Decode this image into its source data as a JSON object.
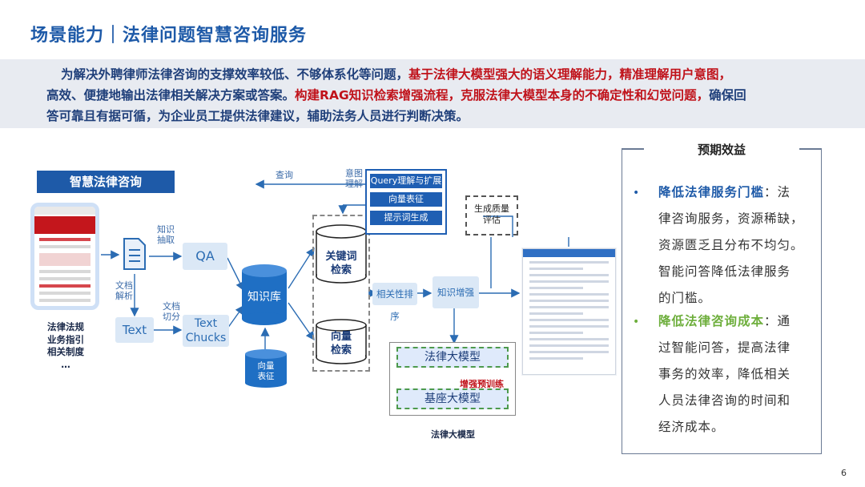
{
  "title": "场景能力｜法律问题智慧咨询服务",
  "intro": {
    "p1_normal": "为解决外聘律师法律咨询的支撑效率较低、不够体系化等问题，",
    "p1_red": "基于法律大模型强大的语义理解能力，精准理解用户意图，",
    "p2_normal": "高效、便捷地输出法律相关解决方案或答案。",
    "p2_red": "构建RAG知识检索增强流程，克服法律大模型本身的不确定性和幻觉问题，",
    "p2_tail": "确保回",
    "p3_normal": "答可靠且有据可循，为企业员工提供法律建议，辅助法务人员进行判断决策。"
  },
  "diagram": {
    "portal_label": "智慧法律咨询",
    "sources": [
      "法律法规",
      "业务指引",
      "相关制度",
      "…"
    ],
    "edge_knowledge_extract": [
      "知识",
      "抽取"
    ],
    "edge_doc_parse": [
      "文档",
      "解析"
    ],
    "edge_doc_split": [
      "文档",
      "切分"
    ],
    "node_qa": "QA",
    "node_text": "Text",
    "node_chunks": [
      "Text",
      "Chucks"
    ],
    "node_kb": "知识库",
    "node_vec_repr": [
      "向量",
      "表征"
    ],
    "edge_query": "查询",
    "edge_intent": [
      "意图",
      "理解"
    ],
    "query_box_items": [
      "Query理解与扩展",
      "向量表征",
      "提示词生成"
    ],
    "node_keyword_search": [
      "关键词",
      "检索"
    ],
    "node_vector_search": [
      "向量",
      "检索"
    ],
    "node_rerank": "相关性排序",
    "node_knowledge_enhance": "知识增强",
    "quality_eval": [
      "生成质量",
      "评估"
    ],
    "llm_top": "法律大模型",
    "llm_bottom": "基座大模型",
    "llm_enhance": "增强预训练",
    "llm_caption": "法律大模型"
  },
  "benefits": {
    "title": "预期效益",
    "items": [
      {
        "head": "降低法律服务门槛",
        "lines": [
          "律咨询服务，资源稀缺，",
          "资源匮乏且分布不均匀。",
          "智能问答降低法律服务",
          "的门槛。"
        ],
        "first_tail": "：法"
      },
      {
        "head": "降低法律咨询成本",
        "lines": [
          "过智能问答，提高法律",
          "事务的效率，降低相关",
          "人员法律咨询的时间和",
          "经济成本。"
        ],
        "first_tail": "：通"
      }
    ]
  },
  "page_number": "6",
  "colors": {
    "brand_blue": "#1e5aa8",
    "accent_red": "#c0121a",
    "accent_green": "#6dae3b",
    "node_fill": "#dbe8f6"
  }
}
